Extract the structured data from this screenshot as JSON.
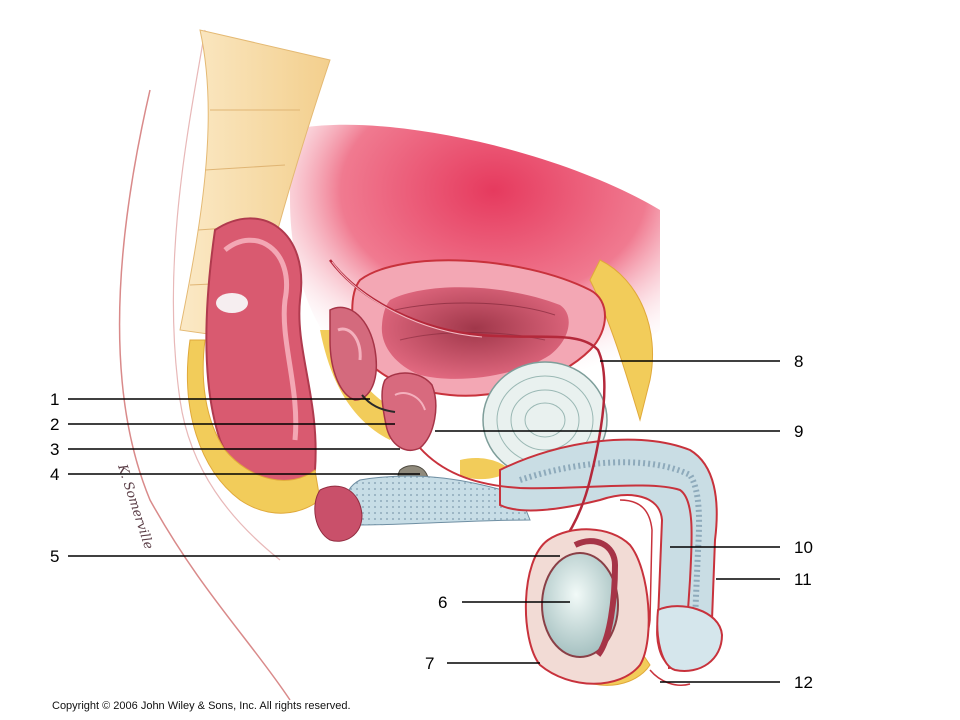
{
  "figure": {
    "labels": [
      {
        "number": "1"
      },
      {
        "number": "2"
      },
      {
        "number": "3"
      },
      {
        "number": "4"
      },
      {
        "number": "5"
      },
      {
        "number": "6"
      },
      {
        "number": "7"
      },
      {
        "number": "8"
      },
      {
        "number": "9"
      },
      {
        "number": "10"
      },
      {
        "number": "11"
      },
      {
        "number": "12"
      }
    ],
    "artist_signature": "K. Somerville",
    "copyright": "Copyright © 2006 John Wiley & Sons, Inc.  All rights reserved."
  },
  "colors": {
    "background": "#ffffff",
    "fat_yellow": "#f2cc5a",
    "muscle_red": "#c8475a",
    "bladder_pink": "#e85a78",
    "erectile_blue": "#c9dde4",
    "testis_blue": "#d7e6e4",
    "bone_cream": "#f7dca8",
    "outline_red": "#c8323c"
  }
}
